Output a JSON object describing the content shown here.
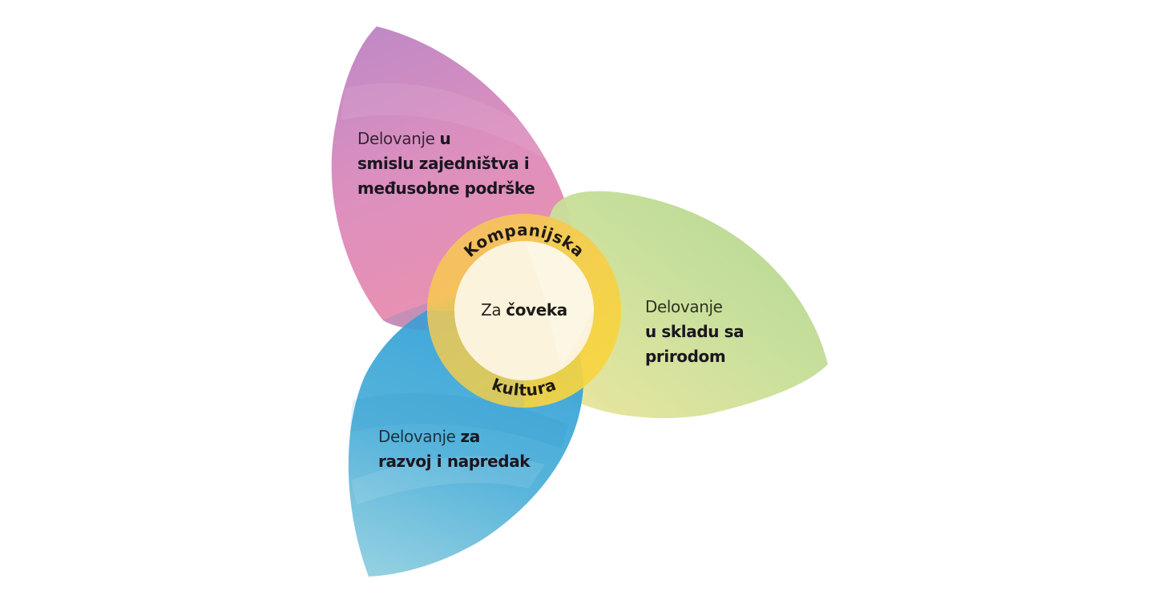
{
  "diagram": {
    "type": "three-petal concept diagram",
    "center": {
      "ring_text_top": "Kompanijska",
      "ring_text_bottom": "kultura",
      "core_prefix": "Za",
      "core_bold": "čoveka"
    },
    "petals": [
      {
        "id": "pink",
        "position": "top-left",
        "prefix": "Delovanje",
        "bold_line1": "u",
        "bold_line2": "smislu zajedništva i",
        "bold_line3": "međusobne podrške",
        "color_start": "#bd8cc4",
        "color_end": "#e58fb0"
      },
      {
        "id": "green",
        "position": "right",
        "prefix": "Delovanje",
        "bold_line1": "u skladu sa",
        "bold_line2": "prirodom",
        "color_start": "#b7d99a",
        "color_end": "#e9e596"
      },
      {
        "id": "blue",
        "position": "bottom-left",
        "prefix": "Delovanje",
        "bold_inline": "za",
        "bold_line2": "razvoj i napredak",
        "color_start": "#3aa2d4",
        "color_end": "#8fcfe0"
      }
    ],
    "colors": {
      "ring_orange": "#f6c25c",
      "ring_yellow": "#f7d43e",
      "core_fill": "#fbf3dc",
      "text_dark": "#1e1a1a"
    }
  }
}
